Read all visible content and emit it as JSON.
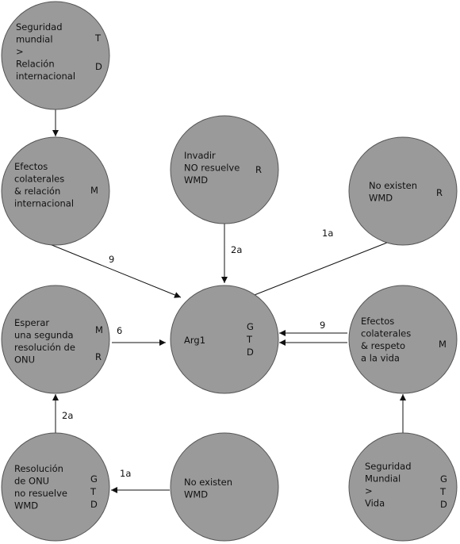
{
  "diagram": {
    "nodes": [
      {
        "id": "seguridad-relacion",
        "lines": [
          "Seguridad",
          "mundial",
          ">",
          "Relación",
          "internacional"
        ],
        "tags": [
          "T",
          "",
          "D"
        ]
      },
      {
        "id": "efectos-relacion",
        "lines": [
          "Efectos",
          "colaterales",
          "& relación",
          "internacional"
        ],
        "tags": [
          "M"
        ]
      },
      {
        "id": "invadir",
        "lines": [
          "Invadir",
          "NO resuelve",
          "WMD"
        ],
        "tags": [
          "R"
        ]
      },
      {
        "id": "no-existen-top",
        "lines": [
          "No existen",
          "WMD"
        ],
        "tags": [
          "R"
        ]
      },
      {
        "id": "esperar",
        "lines": [
          "Esperar",
          "una segunda",
          "resolución de",
          "ONU"
        ],
        "tags": [
          "M",
          "",
          "R"
        ]
      },
      {
        "id": "arg1",
        "lines": [
          "Arg1"
        ],
        "tags": [
          "G",
          "T",
          "D"
        ]
      },
      {
        "id": "efectos-vida",
        "lines": [
          "Efectos",
          "colaterales",
          "& respeto",
          "a la vida"
        ],
        "tags": [
          "M"
        ]
      },
      {
        "id": "resolucion-onu",
        "lines": [
          "Resolución",
          "de ONU",
          "no resuelve",
          "WMD"
        ],
        "tags": [
          "G",
          "T",
          "D"
        ]
      },
      {
        "id": "no-existen-bottom",
        "lines": [
          "No existen",
          "WMD"
        ],
        "tags": []
      },
      {
        "id": "seguridad-vida",
        "lines": [
          "Seguridad",
          "Mundial",
          ">",
          "Vida"
        ],
        "tags": [
          "G",
          "T",
          "D"
        ]
      }
    ],
    "edges": [
      {
        "id": "e1",
        "from": "seguridad-relacion",
        "to": "efectos-relacion",
        "label": ""
      },
      {
        "id": "e2",
        "from": "efectos-relacion",
        "to": "arg1",
        "label": "9"
      },
      {
        "id": "e3",
        "from": "invadir",
        "to": "arg1",
        "label": "2a"
      },
      {
        "id": "e4",
        "from": "no-existen-top",
        "to": "arg1",
        "label": "1a"
      },
      {
        "id": "e5",
        "from": "esperar",
        "to": "arg1",
        "label": "6"
      },
      {
        "id": "e6",
        "from": "efectos-vida",
        "to": "arg1",
        "label": "9"
      },
      {
        "id": "e7",
        "from": "resolucion-onu",
        "to": "esperar",
        "label": "2a"
      },
      {
        "id": "e8",
        "from": "no-existen-bottom",
        "to": "resolucion-onu",
        "label": "1a"
      },
      {
        "id": "e9",
        "from": "seguridad-vida",
        "to": "efectos-vida",
        "label": ""
      }
    ]
  }
}
